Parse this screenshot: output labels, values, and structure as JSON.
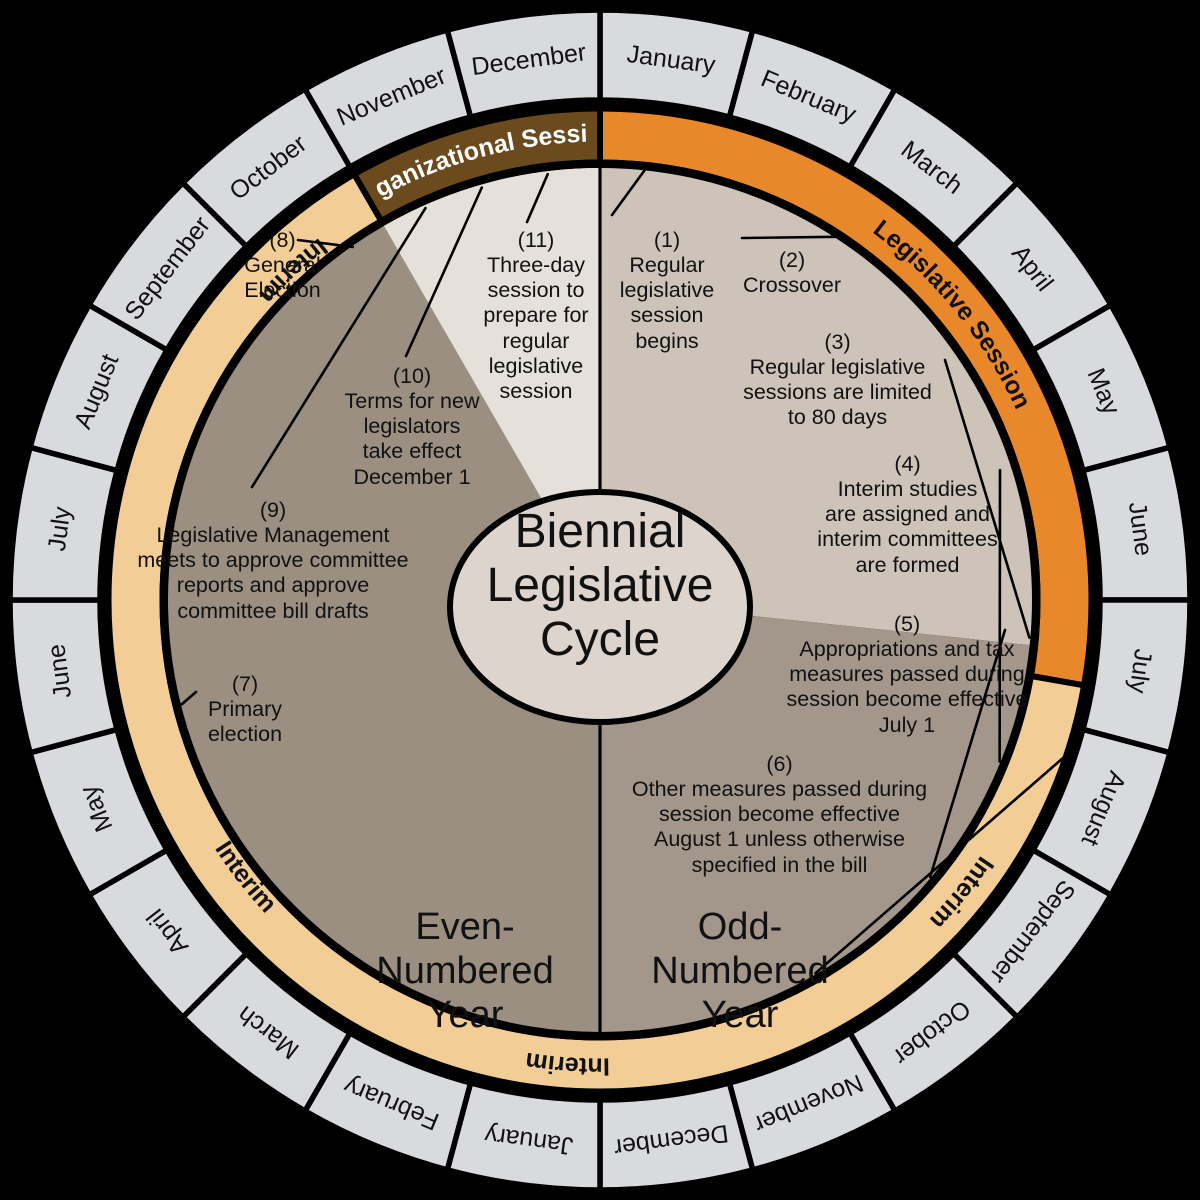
{
  "title": "Biennial Legislative Cycle",
  "center_label_lines": [
    "Biennial",
    "Legislative",
    "Cycle"
  ],
  "colors": {
    "background": "#000000",
    "outline": "#000000",
    "month_ring": "#d9dade",
    "interim_ring": "#f2cd95",
    "legislative_session_ring": "#e8882a",
    "organizational_session_ring": "#6b4a1e",
    "wedge_session_light": "#cdc3b8",
    "wedge_interim_dark": "#a2978a",
    "wedge_even_dark": "#9a8f81",
    "wedge_prep_light": "#e6e0da",
    "center_fill": "#ddd5cd"
  },
  "ring_labels": {
    "organizational_session": "Organizational\nSession",
    "legislative_session": "Legislative Session",
    "interim": "Interim"
  },
  "ring_band_labels": [
    {
      "name": "organizational-session",
      "text": "Organizational Session"
    },
    {
      "name": "legislative-session",
      "text": "Legislative Session"
    },
    {
      "name": "interim-odd-right",
      "text": "Interim"
    },
    {
      "name": "interim-bottom",
      "text": "Interim"
    },
    {
      "name": "interim-even-left",
      "text": "Interim"
    },
    {
      "name": "interim-top-left",
      "text": "Interim"
    }
  ],
  "years": {
    "odd": [
      "Odd-",
      "Numbered",
      "Year"
    ],
    "even": [
      "Even-",
      "Numbered",
      "Year"
    ]
  },
  "odd_year_label": "Odd-\nNumbered\nYear",
  "even_year_label": "Even-\nNumbered\nYear",
  "months_odd_year": [
    "January",
    "February",
    "March",
    "April",
    "May",
    "June",
    "July",
    "August",
    "September",
    "October",
    "November",
    "December"
  ],
  "months_even_year": [
    "January",
    "February",
    "March",
    "April",
    "May",
    "June",
    "July",
    "August",
    "September",
    "October",
    "November",
    "December"
  ],
  "notes": [
    {
      "n": "(1)",
      "text": "Regular\nlegislative\nsession\nbegins"
    },
    {
      "n": "(2)",
      "text": "Crossover"
    },
    {
      "n": "(3)",
      "text": "Regular legislative\nsessions are limited\nto 80 days"
    },
    {
      "n": "(4)",
      "text": "Interim studies\nare assigned and\ninterim committees\nare formed"
    },
    {
      "n": "(5)",
      "text": "Appropriations and tax\nmeasures passed during\nsession become effective\nJuly 1"
    },
    {
      "n": "(6)",
      "text": "Other measures passed during\nsession become effective\nAugust 1 unless otherwise\nspecified in the bill"
    },
    {
      "n": "(7)",
      "text": "Primary\nelection"
    },
    {
      "n": "(8)",
      "text": "General\nElection"
    },
    {
      "n": "(9)",
      "text": "Legislative Management\nmeets to approve committee\nreports and approve\ncommittee bill drafts"
    },
    {
      "n": "(10)",
      "text": "Terms for new\nlegislators\ntake effect\nDecember 1"
    },
    {
      "n": "(11)",
      "text": "Three-day\nsession to\nprepare for\nregular\nlegislative\nsession"
    }
  ],
  "chart_data": {
    "type": "pie",
    "title": "Biennial Legislative Cycle",
    "categories": [
      "Organizational Session",
      "Legislative Session",
      "Interim (odd year)",
      "Interim (even year)"
    ],
    "values": [
      30,
      105,
      105,
      120
    ],
    "notes_count": 11,
    "months_per_ring": 24,
    "legend_position": "inline"
  }
}
